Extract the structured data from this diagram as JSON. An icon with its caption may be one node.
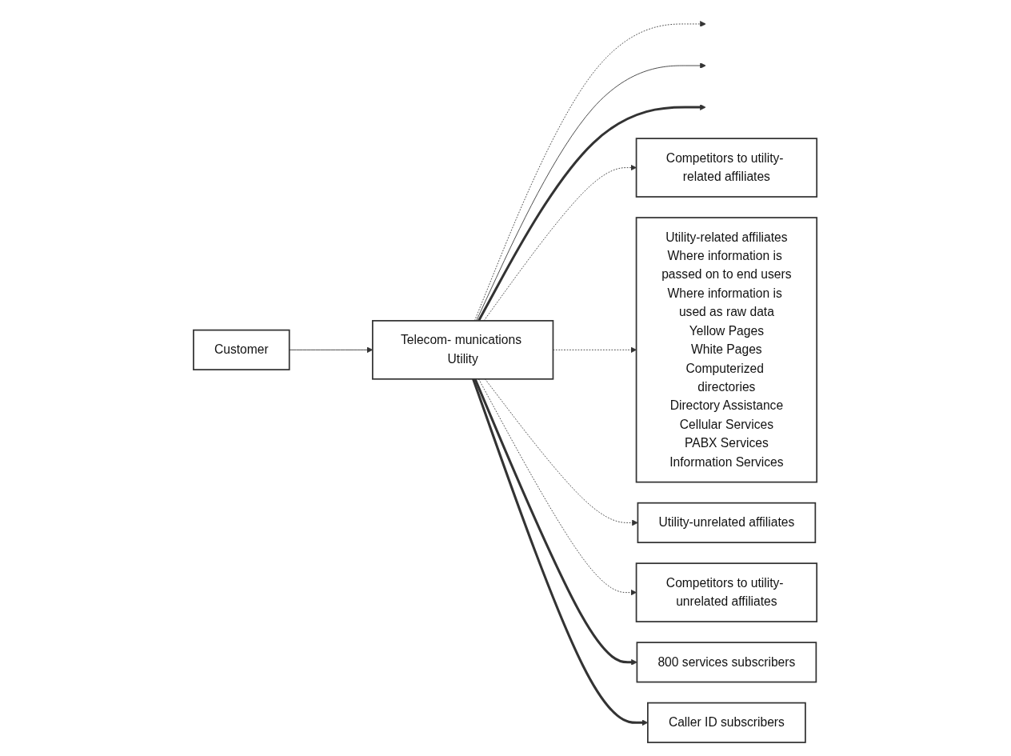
{
  "diagram": {
    "nodes": [
      {
        "text": [
          "Telecom- munications Utility"
        ]
      },
      {
        "text": [
          "Competitors to utility- related affiliates"
        ]
      },
      {
        "text": [
          "Utility-related affiliates",
          "Where information is passed on to end users",
          "Where information is used as raw data",
          "Yellow Pages",
          "White Pages",
          "Computerized directories",
          "Directory Assistance",
          "Cellular Services",
          "PABX Services",
          "Information Services"
        ]
      },
      {
        "text": [
          "Utility-unrelated affiliates"
        ]
      },
      {
        "text": [
          "Competitors to utility- unrelated affiliates"
        ]
      },
      {
        "text": [
          "800 services subscribers"
        ]
      },
      {
        "text": [
          "Caller ID subscribers"
        ]
      },
      {
        "text": [
          "Customer"
        ]
      }
    ],
    "edges": [
      {
        "from": 0,
        "to": null,
        "arrow": "to",
        "style": "dashed"
      },
      {
        "from": 0,
        "to": null,
        "arrow": "to"
      },
      {
        "from": 0,
        "to": null,
        "arrow": "to",
        "style": "thick"
      },
      {
        "from": 7,
        "to": 0,
        "arrow": "to"
      },
      {
        "from": 0,
        "to": 1,
        "arrow": "to",
        "style": "dashed"
      },
      {
        "from": 0,
        "to": 2,
        "arrow": "to",
        "style": "dashed"
      },
      {
        "from": 0,
        "to": 3,
        "arrow": "to",
        "style": "dashed"
      },
      {
        "from": 0,
        "to": 4,
        "arrow": "to",
        "style": "dashed"
      },
      {
        "from": 0,
        "to": 5,
        "arrow": "to",
        "style": "thick"
      },
      {
        "from": 0,
        "to": 6,
        "arrow": "to",
        "style": "thick"
      }
    ]
  }
}
